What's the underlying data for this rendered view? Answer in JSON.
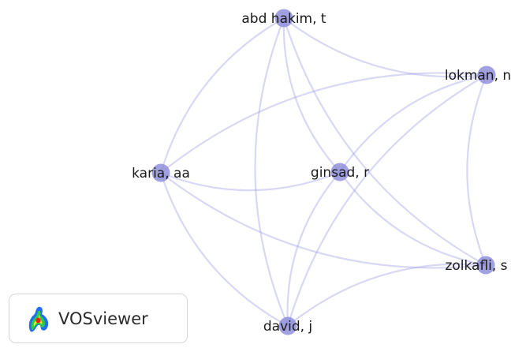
{
  "app": {
    "logo_text": "VOSviewer",
    "logo_icon": "vosviewer-logo-icon"
  },
  "colors": {
    "node": "#8a8ada",
    "edge": "#9999e6",
    "label": "#1a1a1a"
  },
  "network": {
    "nodes": [
      {
        "id": "abd_hakim",
        "label": "abd hakim, t"
      },
      {
        "id": "lokman",
        "label": "lokman, n"
      },
      {
        "id": "karia",
        "label": "karia, aa"
      },
      {
        "id": "ginsad",
        "label": "ginsad, r"
      },
      {
        "id": "zolkafli",
        "label": "zolkafli, s"
      },
      {
        "id": "david",
        "label": "david, j"
      }
    ],
    "links": [
      [
        "abd_hakim",
        "lokman"
      ],
      [
        "abd_hakim",
        "karia"
      ],
      [
        "abd_hakim",
        "ginsad"
      ],
      [
        "abd_hakim",
        "zolkafli"
      ],
      [
        "abd_hakim",
        "david"
      ],
      [
        "lokman",
        "karia"
      ],
      [
        "lokman",
        "ginsad"
      ],
      [
        "lokman",
        "zolkafli"
      ],
      [
        "lokman",
        "david"
      ],
      [
        "karia",
        "ginsad"
      ],
      [
        "karia",
        "zolkafli"
      ],
      [
        "karia",
        "david"
      ],
      [
        "ginsad",
        "zolkafli"
      ],
      [
        "ginsad",
        "david"
      ],
      [
        "zolkafli",
        "david"
      ]
    ]
  }
}
